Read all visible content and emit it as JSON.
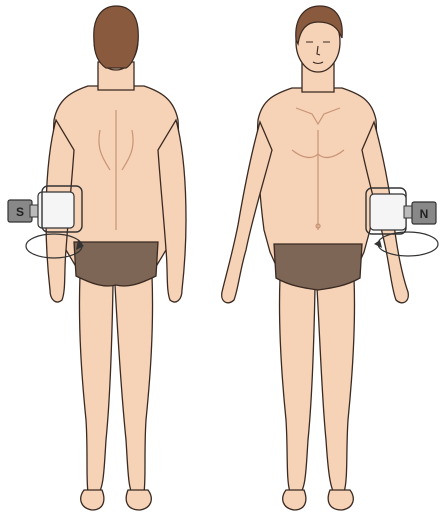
{
  "figures": [
    {
      "view": "back",
      "magnet_label": "S"
    },
    {
      "view": "front",
      "magnet_label": "N"
    }
  ],
  "colors": {
    "skin": "#f6d2b6",
    "skin_shadow": "#e7b897",
    "outline": "#3a2a22",
    "hair": "#8a5a3e",
    "briefs": "#7d6656",
    "device_body": "#f5f5f5",
    "device_dark": "#888888",
    "arrow": "#333333"
  },
  "icons": [
    "rotation-arrow-icon",
    "magnet-block-icon"
  ]
}
